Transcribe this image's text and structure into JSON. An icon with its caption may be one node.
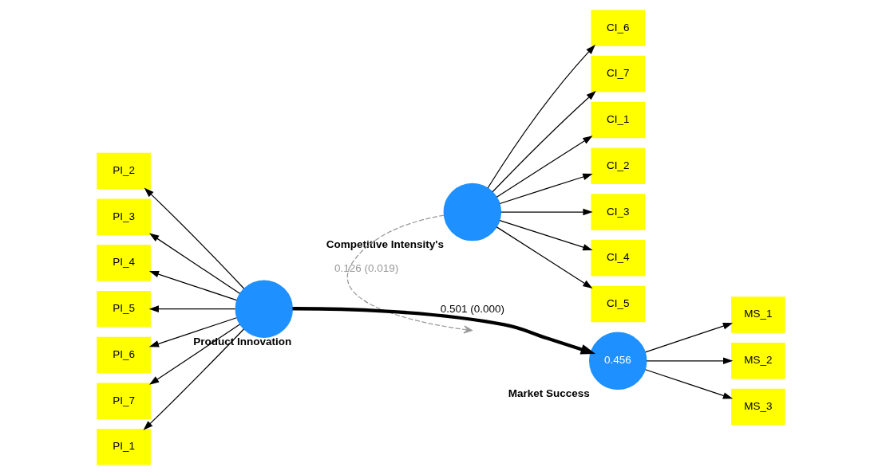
{
  "diagram": {
    "nodes": [
      {
        "text": [
          "Competitive Intensity's"
        ]
      },
      {
        "text": [
          "CI_1"
        ]
      },
      {
        "text": [
          "CI_2"
        ]
      },
      {
        "text": [
          "CI_3"
        ]
      },
      {
        "text": [
          "CI_4"
        ]
      },
      {
        "text": [
          "CI_5"
        ]
      },
      {
        "text": [
          "CI_6"
        ]
      },
      {
        "text": [
          "CI_7"
        ]
      },
      {
        "text": [
          "Product Innovation"
        ]
      },
      {
        "text": [
          "PI_2"
        ]
      },
      {
        "text": [
          "PI_3"
        ]
      },
      {
        "text": [
          "PI_4"
        ]
      },
      {
        "text": [
          "PI_5"
        ]
      },
      {
        "text": [
          "PI_6"
        ]
      },
      {
        "text": [
          "PI_7"
        ]
      },
      {
        "text": [
          "PI_1"
        ]
      },
      {
        "text": [
          "0.456",
          "Market Success"
        ]
      },
      {
        "text": [
          "MS_1"
        ]
      },
      {
        "text": [
          "MS_2"
        ]
      },
      {
        "text": [
          "MS_3"
        ]
      }
    ],
    "edges": [
      {
        "from": 0,
        "to": 1,
        "arrow": "to"
      },
      {
        "from": 0,
        "to": 2,
        "arrow": "to"
      },
      {
        "from": 0,
        "to": 3,
        "arrow": "to"
      },
      {
        "from": 0,
        "to": 4,
        "arrow": "to"
      },
      {
        "from": 0,
        "to": 5,
        "arrow": "to"
      },
      {
        "from": 0,
        "to": 6,
        "arrow": "to"
      },
      {
        "from": 0,
        "to": 7,
        "arrow": "to"
      },
      {
        "from": 8,
        "to": 9,
        "arrow": "to"
      },
      {
        "from": 8,
        "to": 10,
        "arrow": "to"
      },
      {
        "from": 8,
        "to": 11,
        "arrow": "to"
      },
      {
        "from": 8,
        "to": 12,
        "arrow": "to"
      },
      {
        "from": 8,
        "to": 13,
        "arrow": "to"
      },
      {
        "from": 8,
        "to": 14,
        "arrow": "to"
      },
      {
        "from": 8,
        "to": 15,
        "arrow": "to"
      },
      {
        "from": 8,
        "to": 16,
        "label": "0.501 (0.000)",
        "arrow": "to",
        "style": "thick"
      },
      {
        "from": 0,
        "to": null,
        "label": "0.126 (0.019)",
        "arrow": "to",
        "style": "dashed",
        "color": "#999999"
      },
      {
        "from": 16,
        "to": 17,
        "arrow": "to"
      },
      {
        "from": 16,
        "to": 18,
        "arrow": "to"
      },
      {
        "from": 16,
        "to": 19,
        "arrow": "to"
      }
    ]
  }
}
